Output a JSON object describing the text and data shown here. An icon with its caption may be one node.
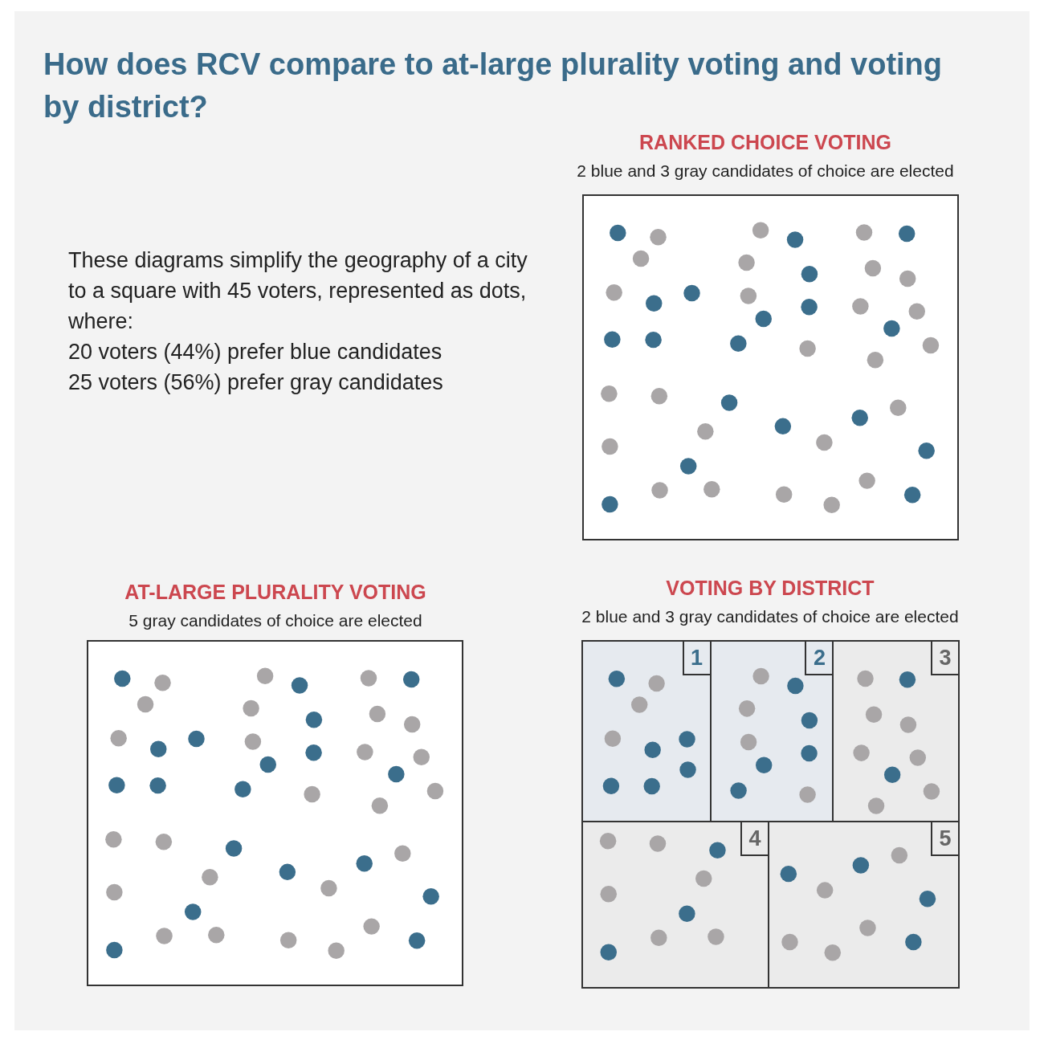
{
  "diagram": {
    "title": "How does RCV compare to at-large plurality voting and voting by district?",
    "nodes": [
      {
        "text": [
          "RANKED CHOICE VOTING",
          "2 blue and 3 gray candidates of choice are elected"
        ]
      },
      {
        "text": [
          "AT-LARGE PLURALITY VOTING",
          "5 gray candidates of choice are elected"
        ]
      },
      {
        "text": [
          "VOTING BY DISTRICT",
          "2 blue and 3 gray candidates of choice are elected"
        ]
      },
      {
        "text": [
          "1"
        ],
        "in": 2
      },
      {
        "text": [
          "2"
        ],
        "in": 2
      },
      {
        "text": [
          "3"
        ],
        "in": 2
      },
      {
        "text": [
          "4"
        ],
        "in": 2
      },
      {
        "text": [
          "5"
        ],
        "in": 2
      }
    ],
    "labels": [
      "These diagrams simplify the geography of a city to a square with 45 voters, represented as dots, where:",
      "20 voters (44%) prefer blue candidates",
      "25 voters (56%) prefer gray candidates"
    ]
  }
}
